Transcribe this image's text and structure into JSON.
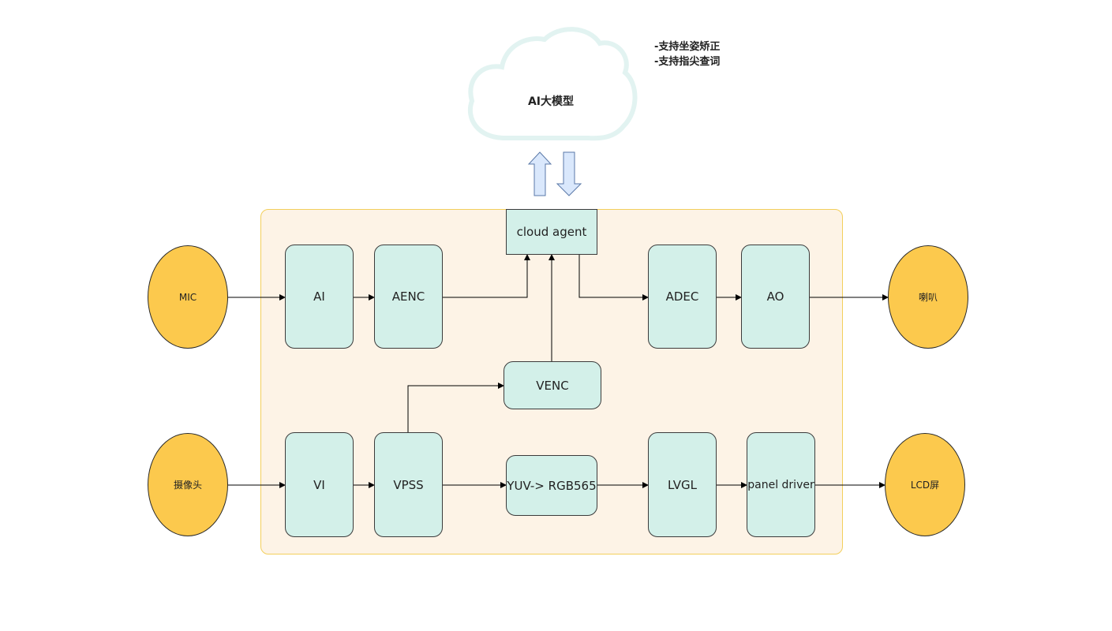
{
  "cloud": {
    "label": "AI大模型"
  },
  "notes": [
    "-支持坐姿矫正",
    "-支持指尖查词"
  ],
  "inputs": {
    "mic": "MIC",
    "camera": "摄像头"
  },
  "outputs": {
    "speaker": "喇叭",
    "lcd": "LCD屏"
  },
  "modules": {
    "cloud_agent": "cloud agent",
    "ai": "AI",
    "aenc": "AENC",
    "adec": "ADEC",
    "ao": "AO",
    "venc": "VENC",
    "vi": "VI",
    "vpss": "VPSS",
    "yuv_rgb": "YUV-> RGB565",
    "lvgl": "LVGL",
    "panel_driver": "panel driver"
  },
  "colors": {
    "module_fill": "#d3f0e9",
    "endpoint_fill": "#fcc94d",
    "container_fill": "#fdf3e6",
    "container_border": "#f3cf5c",
    "cloud_stroke": "#e2f3f1",
    "transfer_arrow_fill": "#dae8fc",
    "transfer_arrow_stroke": "#5b79a8"
  }
}
